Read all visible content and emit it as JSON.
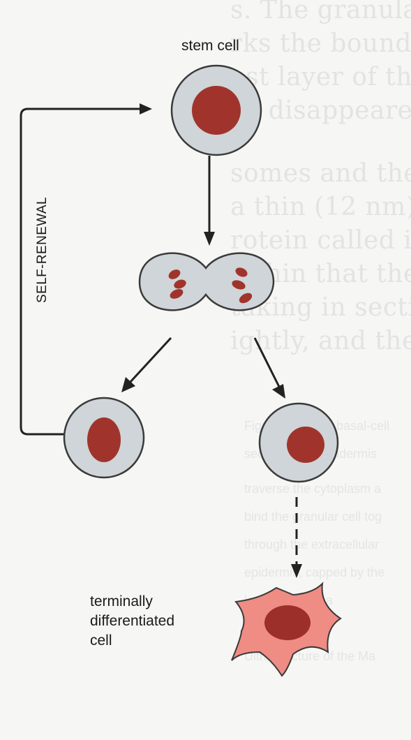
{
  "labels": {
    "stem_cell": "stem cell",
    "self_renewal": "SELF-RENEWAL",
    "terminal_line1": "terminally",
    "terminal_line2": "differentiated",
    "terminal_line3": "cell"
  },
  "colors": {
    "background": "#f6f6f5",
    "cytoplasm": "#cfd5d8",
    "cell_outline": "#3a3a3a",
    "nucleus": "#a0342c",
    "differentiated_cell_fill": "#ef8c84",
    "arrow": "#222222"
  }
}
